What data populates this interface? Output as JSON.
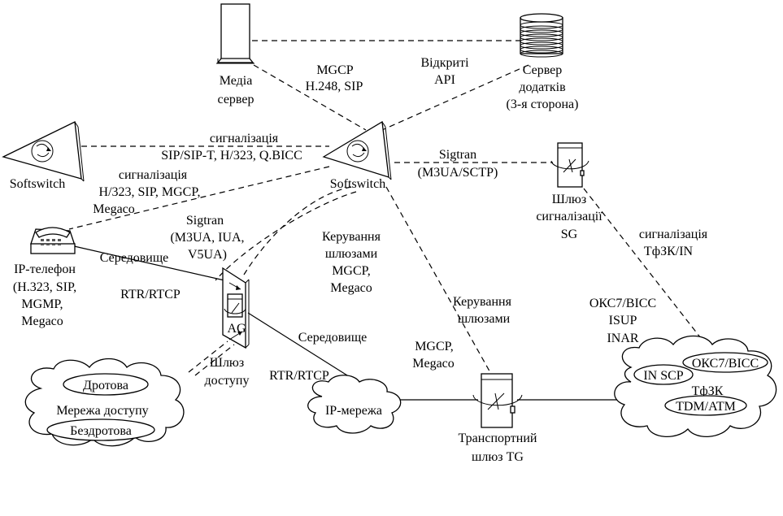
{
  "nodes": {
    "media_server": [
      "Медіа",
      "сервер"
    ],
    "app_server": [
      "Сервер",
      "додатків",
      "(3-я сторона)"
    ],
    "softswitch_left": [
      "Softswitch"
    ],
    "softswitch_center": [
      "Softswitch"
    ],
    "sg": [
      "Шлюз",
      "сигналізації",
      "SG"
    ],
    "ip_phone": [
      "IP-телефон",
      "(H.323, SIP,",
      "MGMP,",
      "Megaco"
    ],
    "ag_label": "AG",
    "ag": [
      "Шлюз",
      "доступу"
    ],
    "access_net": {
      "wired": "Дротова",
      "title": "Мережа доступу",
      "wireless": "Бездротова"
    },
    "ip_net": "IP-мережа",
    "tg": [
      "Транспортний",
      "шлюз TG"
    ],
    "pstn": {
      "in_scp": "IN SCP",
      "okc7": "ОКС7/BICC",
      "title": "ТфЗК",
      "tdm": "TDM/ATM"
    }
  },
  "links": {
    "media_softswitch": [
      "MGCP",
      "H.248, SIP"
    ],
    "app_softswitch": [
      "Відкриті",
      "API"
    ],
    "softswitch_softswitch": [
      "сигналізація",
      "SIP/SIP-T, H/323, Q.BICC"
    ],
    "softswitch_phone": [
      "сигналізація",
      "H/323, SIP, MGCP,",
      "Megaco"
    ],
    "sigtran_ag": [
      "Sigtran",
      "(M3UA, IUA,",
      "V5UA)"
    ],
    "phone_ag": [
      "Середовище",
      "RTR/RTCP"
    ],
    "softswitch_ag_control": [
      "Керування",
      "шлюзами",
      "MGCP,",
      "Megaco"
    ],
    "softswitch_sg": [
      "Sigtran",
      "(M3UA/SCTP)"
    ],
    "sg_pstn": [
      "сигналізація",
      "ТфЗК/IN"
    ],
    "softswitch_tg": [
      "Керування",
      "шлюзами"
    ],
    "tg_mgcp": [
      "MGCP,",
      "Megaco"
    ],
    "pstn_sig": [
      "ОКС7/BICC",
      "ISUP",
      "INAR"
    ],
    "ag_ipnet": [
      "Середовище",
      "RTR/RTCP"
    ]
  }
}
